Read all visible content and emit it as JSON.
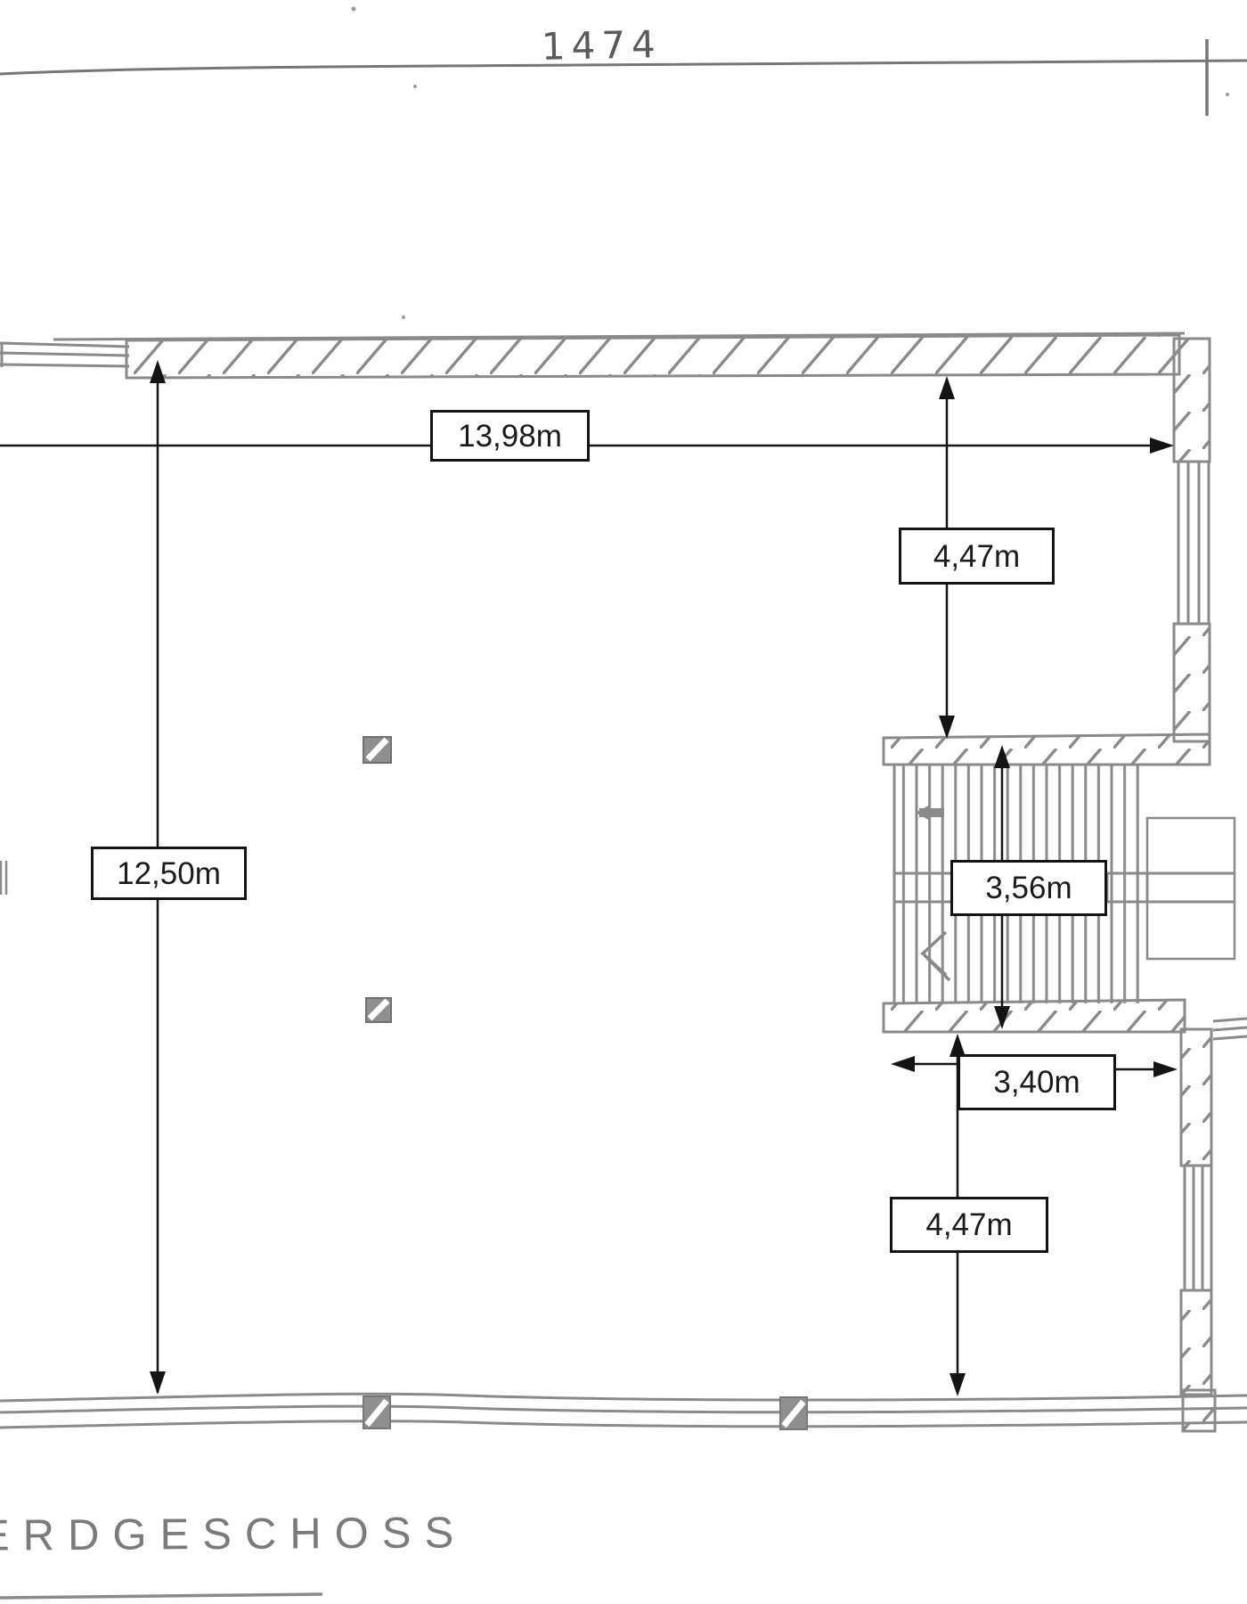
{
  "drawing": {
    "title": "ERDGESCHOSS",
    "overall_width_label": "1474",
    "dimensions": {
      "hall_width": "13,98m",
      "hall_height": "12,50m",
      "right_top": "4,47m",
      "stair_height": "3,56m",
      "stair_width": "3,40m",
      "right_bottom": "4,47m"
    },
    "colors": {
      "plan_line": "#8a8a8a",
      "dimension_line": "#141414",
      "handwriting": "#5a5a5a",
      "title_text": "#7b7b7b",
      "background": "#ffffff"
    }
  }
}
